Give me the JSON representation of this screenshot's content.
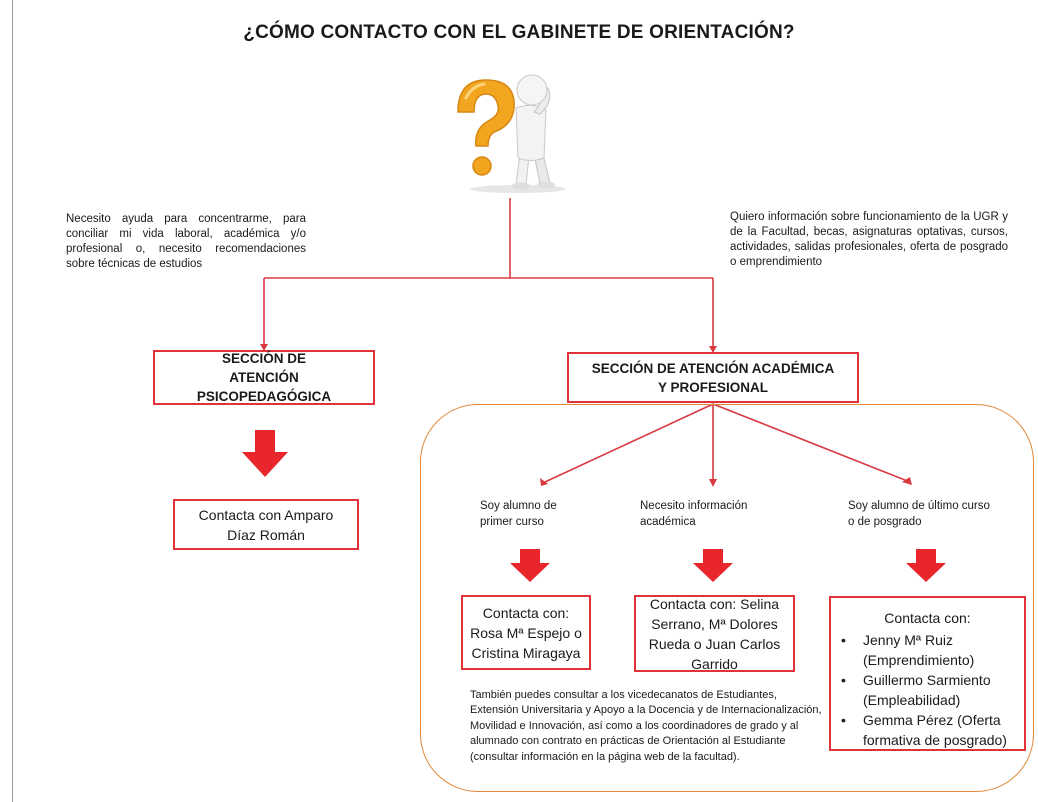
{
  "title": "¿CÓMO CONTACTO CON EL GABINETE DE ORIENTACIÓN?",
  "left_note": "Necesito ayuda para concentrarme, para conciliar mi vida laboral, académica y/o profesional o, necesito recomendaciones sobre técnicas de estudios",
  "right_note": "Quiero información sobre funcionamiento de la UGR y de la Facultad, becas, asignaturas optativas, cursos, actividades, salidas profesionales, oferta de posgrado o emprendimiento",
  "sections": {
    "psico": "SECCIÓN DE ATENCIÓN PSICOPEDAGÓGICA",
    "academica": "SECCIÓN DE ATENCIÓN ACADÉMICA Y PROFESIONAL"
  },
  "psico_contact": "Contacta con Amparo Díaz Román",
  "options": {
    "first": "Soy alumno de primer curso",
    "info": "Necesito información académica",
    "last": "Soy alumno de último curso o de posgrado"
  },
  "contacts": {
    "first": "Contacta con: Rosa Mª Espejo o Cristina Miragaya",
    "info": "Contacta con: Selina Serrano, Mª Dolores Rueda o Juan Carlos Garrido",
    "last_header": "Contacta con:",
    "last_items": [
      "Jenny Mª Ruiz (Emprendimiento)",
      "Guillermo Sarmiento (Empleabilidad)",
      "Gemma Pérez (Oferta formativa de posgrado)"
    ]
  },
  "footnote": "También puedes consultar a los vicedecanatos de Estudiantes, Extensión Universitaria y Apoyo a la Docencia y de Internacionalización, Movilidad e Innovación, así como a los coordinadores de grado y al alumnado con contrato en prácticas de Orientación al Estudiante (consultar información en la página web de la facultad).",
  "colors": {
    "accent_red": "#e03339",
    "group_border": "#e0893a",
    "question_mark": "#f2a51e"
  },
  "icons": [
    "thinking-person-question-mark-icon",
    "down-arrow-icon"
  ]
}
